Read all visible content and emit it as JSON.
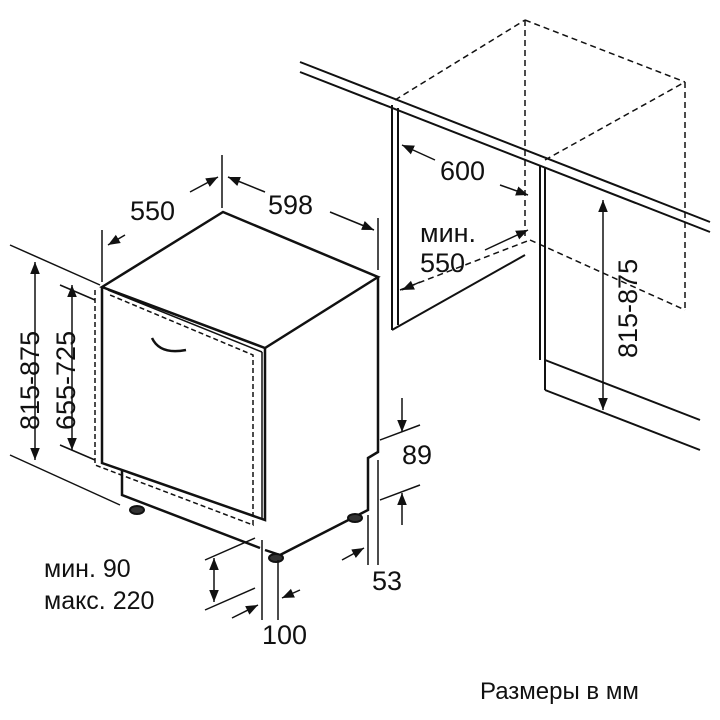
{
  "dimensions": {
    "depth": "550",
    "width": "598",
    "niche_width": "600",
    "niche_depth_min_label": "мин.",
    "niche_depth_min_value": "550",
    "niche_height": "815-875",
    "total_height": "815-875",
    "body_height": "655-725",
    "plinth_height": "89",
    "foot_offset": "53",
    "door_gap_min": "мин. 90",
    "door_gap_max": "макс. 220",
    "foot_depth": "100"
  },
  "caption": "Размеры в мм",
  "colors": {
    "line": "#111111",
    "background": "#ffffff"
  }
}
